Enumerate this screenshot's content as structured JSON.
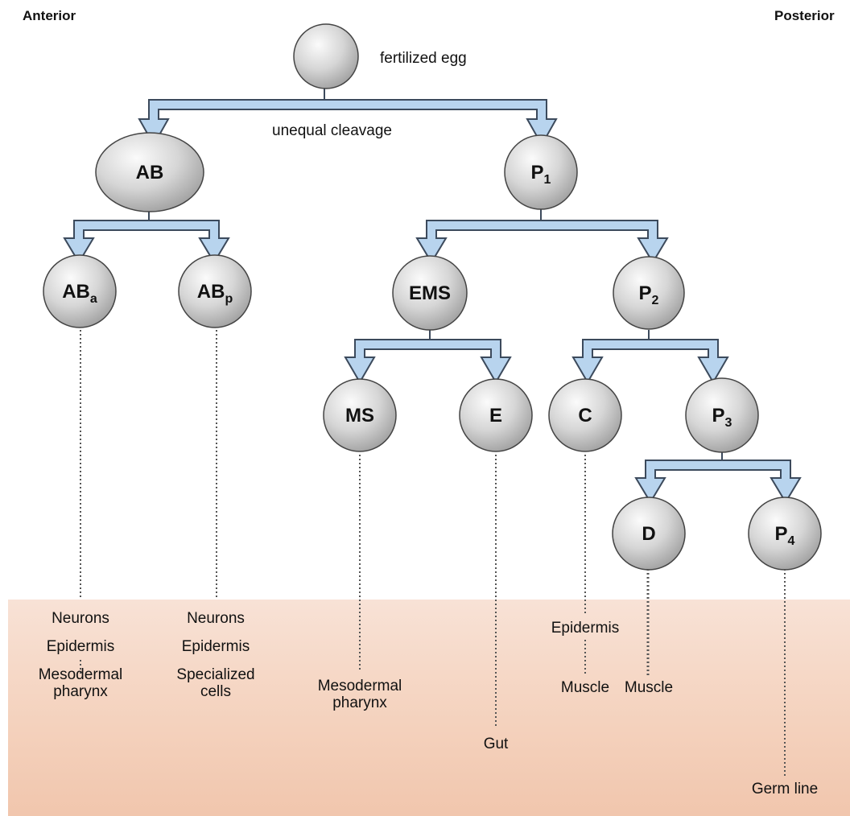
{
  "orientation": {
    "left": "Anterior",
    "right": "Posterior"
  },
  "egg_label": "fertilized egg",
  "division_note": "unequal cleavage",
  "cells": {
    "AB": {
      "main": "AB",
      "sub": ""
    },
    "P1": {
      "main": "P",
      "sub": "1"
    },
    "ABa": {
      "main": "AB",
      "sub": "a"
    },
    "ABp": {
      "main": "AB",
      "sub": "p"
    },
    "EMS": {
      "main": "EMS",
      "sub": ""
    },
    "P2": {
      "main": "P",
      "sub": "2"
    },
    "MS": {
      "main": "MS",
      "sub": ""
    },
    "E": {
      "main": "E",
      "sub": ""
    },
    "C": {
      "main": "C",
      "sub": ""
    },
    "P3": {
      "main": "P",
      "sub": "3"
    },
    "D": {
      "main": "D",
      "sub": ""
    },
    "P4": {
      "main": "P",
      "sub": "4"
    }
  },
  "fates": {
    "ABa": {
      "l1": "Neurons",
      "l2": "Epidermis",
      "l3": "Mesodermal",
      "l4": "pharynx"
    },
    "ABp": {
      "l1": "Neurons",
      "l2": "Epidermis",
      "l3": "Specialized",
      "l4": "cells"
    },
    "MS": {
      "l1": "Mesodermal",
      "l2": "pharynx"
    },
    "E": {
      "l1": "Gut"
    },
    "C_epidermis": "Epidermis",
    "C_muscle": "Muscle",
    "D": "Muscle",
    "P4": "Germ line"
  },
  "colors": {
    "arrow_fill": "#b8d4ee",
    "arrow_stroke": "#3c4a5c",
    "cell_fill": "#d3d3d3",
    "band_top": "#f8e2d6",
    "band_bottom": "#f1c6ad"
  }
}
